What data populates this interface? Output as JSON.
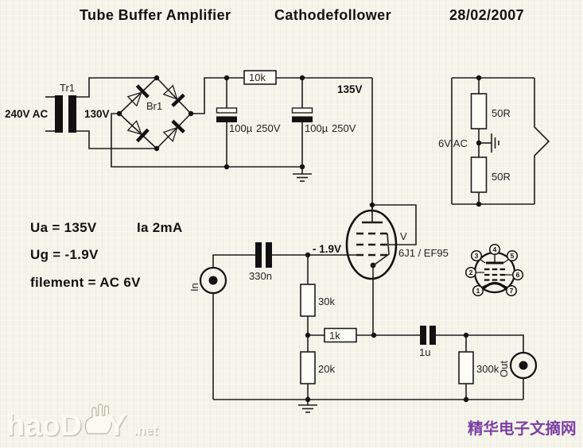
{
  "title": {
    "main": "Tube Buffer Amplifier",
    "sub": "Cathodefollower",
    "date": "28/02/2007"
  },
  "psu": {
    "transformer_ref": "Tr1",
    "primary_voltage": "240V AC",
    "secondary_voltage": "130V",
    "bridge_ref": "Br1",
    "series_resistor": "10k",
    "cap1_value": "100µ",
    "cap1_rating": "250V",
    "cap2_value": "100µ",
    "cap2_rating": "250V",
    "rail_voltage": "135V"
  },
  "heater": {
    "supply": "6V AC",
    "resistor_top": "50R",
    "resistor_bottom": "50R"
  },
  "operating_notes": {
    "line1a": "Ua = 135V",
    "line1b": "Ia 2mA",
    "line2": "Ug = -1.9V",
    "line3": "filement = AC 6V"
  },
  "tube": {
    "designator": "V",
    "type": "6J1 / EF95",
    "grid_bias": "- 1.9V"
  },
  "input": {
    "jack_label": "In",
    "coupling_cap": "330n"
  },
  "bias_divider": {
    "upper": "30k",
    "lower": "20k"
  },
  "cathode": {
    "resistor": "1k"
  },
  "output": {
    "coupling_cap": "1u",
    "load_resistor": "300k",
    "jack_label": "Out"
  },
  "socket": {
    "pins": [
      "1",
      "2",
      "3",
      "4",
      "5",
      "6",
      "7"
    ]
  },
  "watermark": {
    "logo_left": "haoD",
    "logo_right": "Y",
    "logo_tld": ".net"
  },
  "footer": {
    "site_name": "精华电子文摘网",
    "site_color": "#7b3fa5"
  }
}
